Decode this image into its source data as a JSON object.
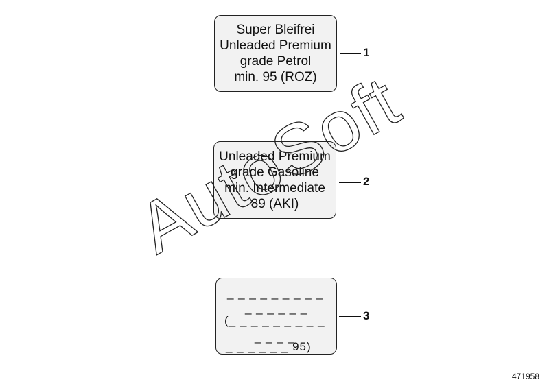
{
  "labels": [
    {
      "lines": [
        "Super Bleifrei",
        "Unleaded Premium",
        "grade Petrol",
        "min. 95 (ROZ)"
      ],
      "callout": "1"
    },
    {
      "lines": [
        "Unleaded Premium",
        "grade Gasoline",
        "min. Intermediate",
        "89 (AKI)"
      ],
      "callout": "2"
    },
    {
      "lines": [
        "_ _ _ _ _ _ _ _ _",
        "_ _ _ _ _ _",
        "(_  _ _ _ _ _ _ _ _",
        "_ _ _ _",
        "_ _  _ _ _ _   95)"
      ],
      "callout": "3"
    }
  ],
  "watermark": "AutoSoft",
  "reference_number": "471958"
}
